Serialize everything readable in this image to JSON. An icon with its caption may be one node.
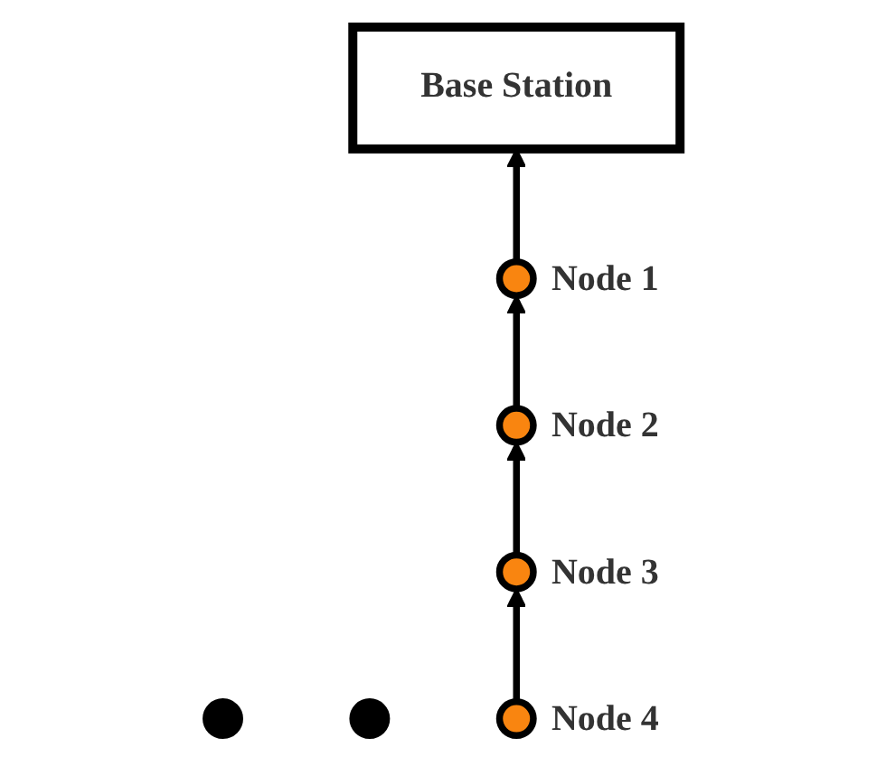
{
  "diagram": {
    "nodes": [
      {
        "text": [
          "Base Station"
        ]
      },
      {
        "text": [],
        "shape": "circle",
        "beside": [
          "Node 1"
        ]
      },
      {
        "text": [],
        "shape": "circle"
      },
      {
        "text": [],
        "shape": "circle",
        "beside": [
          "Node 2"
        ]
      },
      {
        "text": [],
        "shape": "circle",
        "beside": [
          "Node 3"
        ]
      },
      {
        "text": [],
        "shape": "circle"
      },
      {
        "text": [],
        "shape": "circle",
        "beside": [
          "Node 4"
        ]
      }
    ],
    "edges": [
      {
        "from": 6,
        "to": 4,
        "arrow": "to"
      },
      {
        "from": 4,
        "to": 3,
        "arrow": "to"
      },
      {
        "from": 3,
        "to": 1,
        "arrow": "to"
      },
      {
        "from": 1,
        "to": 0,
        "arrow": "to"
      }
    ]
  }
}
